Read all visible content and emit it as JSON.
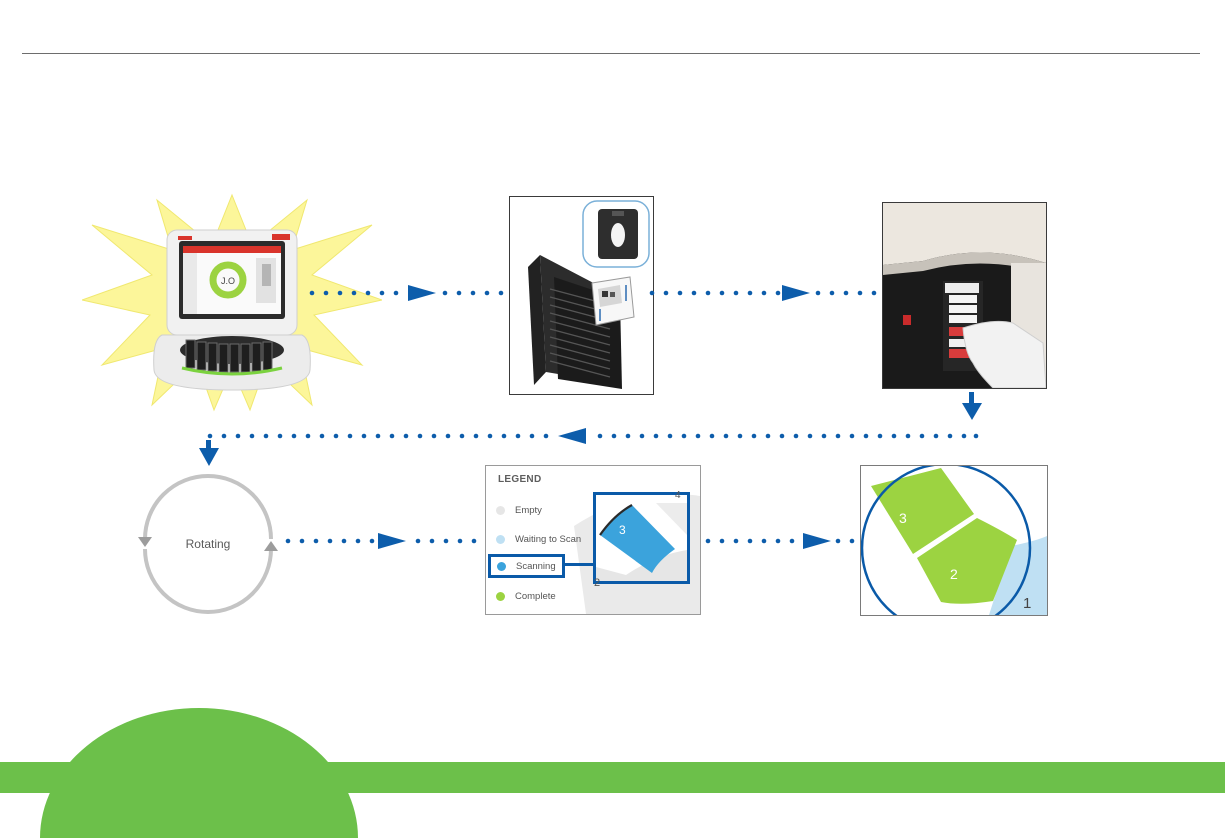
{
  "colors": {
    "accent_blue": "#0a5aa8",
    "dot_blue": "#0d5dab",
    "brand_green": "#6cc04a",
    "slide_green": "#9cd341",
    "scanning_blue": "#3ba3dc",
    "waiting_blue": "#bfe0f3",
    "empty_gray": "#e6e6e6",
    "starburst_yellow": "#fcf69a",
    "rule_gray": "#6d6d6d"
  },
  "icons": [
    "scanner-device-image",
    "slide-rack-image",
    "rack-loading-photo",
    "rotating-cycle-icon",
    "arrow-right-icon",
    "arrow-left-icon",
    "arrow-down-icon"
  ],
  "rotating": {
    "label": "Rotating"
  },
  "legend": {
    "title": "LEGEND",
    "items": [
      {
        "label": "Empty",
        "color": "#e6e6e6"
      },
      {
        "label": "Waiting to Scan",
        "color": "#bfe0f3"
      },
      {
        "label": "Scanning",
        "color": "#3ba3dc"
      },
      {
        "label": "Complete",
        "color": "#9cd341"
      }
    ],
    "zoom_numbers": {
      "main": "3",
      "top": "4",
      "bottom": "2"
    }
  },
  "carousel_zoom": {
    "numbers": [
      "3",
      "2",
      "1"
    ]
  }
}
